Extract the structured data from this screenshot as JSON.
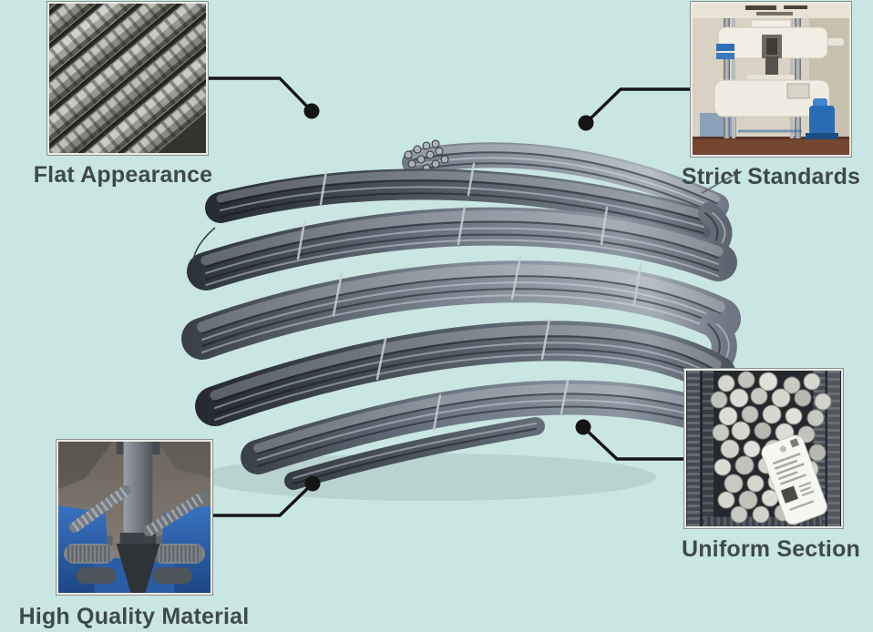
{
  "page": {
    "background_color": "#c9e6e2",
    "label_color": "#3e4a49",
    "connector_color": "#141414"
  },
  "center": {
    "image": "stacked-hairpin-bundles-of-steel-wire-rod"
  },
  "features": [
    {
      "label": "Flat Appearance",
      "image": "ribbed-rebar-rods-closeup",
      "position": "top-left"
    },
    {
      "label": "Strict Standards",
      "image": "universal-testing-machine",
      "position": "top-right"
    },
    {
      "label": "High Quality Material",
      "image": "rebar-bend-testing-machine",
      "position": "bottom-left"
    },
    {
      "label": "Uniform Section",
      "image": "rebar-bundle-cross-section-with-tag",
      "position": "bottom-right"
    }
  ]
}
